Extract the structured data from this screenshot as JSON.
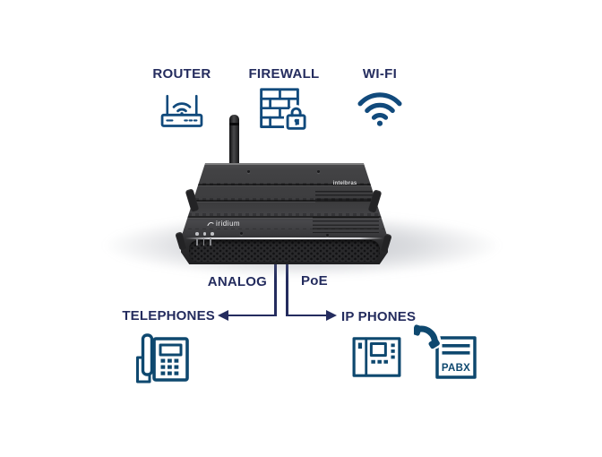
{
  "colors": {
    "background": "#ffffff",
    "label_text": "#242c5e",
    "line": "#242c5e",
    "icon_blue": "#114a7c",
    "icon_blue_deep": "#0e486f",
    "device_body": "#3c3c3e",
    "device_grille": "#29292b",
    "brand_white": "#ececee"
  },
  "features_top": [
    {
      "label": "ROUTER",
      "icon": "wireless-router-icon"
    },
    {
      "label": "FIREWALL",
      "icon": "firewall-brick-lock-icon"
    },
    {
      "label": "WI-FI",
      "icon": "wifi-signal-icon"
    }
  ],
  "device": {
    "brand_top": "intelbras",
    "brand_front": "iridium"
  },
  "connections": {
    "analog": {
      "port_label": "ANALOG",
      "target_label": "TELEPHONES",
      "target_icon": "analog-telephone-icon",
      "direction": "left"
    },
    "poe": {
      "port_label": "PoE",
      "target_label": "IP PHONES",
      "target_icon": "ip-phone-icon",
      "direction": "right"
    }
  },
  "pabx": {
    "label": "PABX",
    "icon": "pabx-handset-icon"
  }
}
